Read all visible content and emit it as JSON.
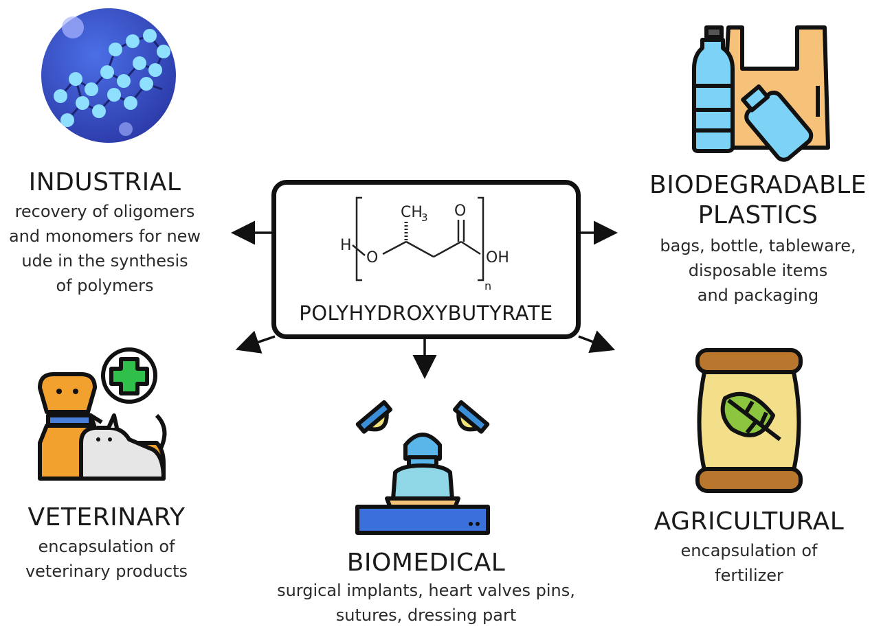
{
  "center": {
    "label": "POLYHYDROXYBUTYRATE",
    "formula": {
      "ch3": "CH",
      "ch3_sub": "3",
      "o_top": "O",
      "h": "H",
      "o_chain": "O",
      "oh": "OH",
      "n": "n"
    }
  },
  "sections": {
    "industrial": {
      "title": "INDUSTRIAL",
      "lines": [
        "recovery of oligomers",
        "and monomers for new",
        "ude in the synthesis",
        "of polymers"
      ]
    },
    "plastics": {
      "title_lines": [
        "BIODEGRADABLE",
        "PLASTICS"
      ],
      "lines": [
        "bags, bottle, tableware,",
        "disposable items",
        "and packaging"
      ]
    },
    "veterinary": {
      "title": "VETERINARY",
      "lines": [
        "encapsulation of",
        "veterinary products"
      ]
    },
    "biomedical": {
      "title": "BIOMEDICAL",
      "lines": [
        "surgical implants, heart valves pins,",
        "sutures, dressing part"
      ]
    },
    "agricultural": {
      "title": "AGRICULTURAL",
      "lines": [
        "encapsulation of",
        "fertilizer"
      ]
    }
  },
  "icons": {
    "industrial": "polymer-molecule-sphere-icon",
    "plastics": "plastic-bag-and-bottles-icon",
    "veterinary": "dog-cat-medical-cross-icon",
    "biomedical": "surgeon-operating-lamps-icon",
    "agricultural": "fertilizer-sack-leaf-icon"
  },
  "colors": {
    "outline": "#111111",
    "accent_blue": "#3d5bd9",
    "orange": "#f2a12e",
    "sack": "#f3df8a",
    "leaf": "#8cc63f"
  }
}
